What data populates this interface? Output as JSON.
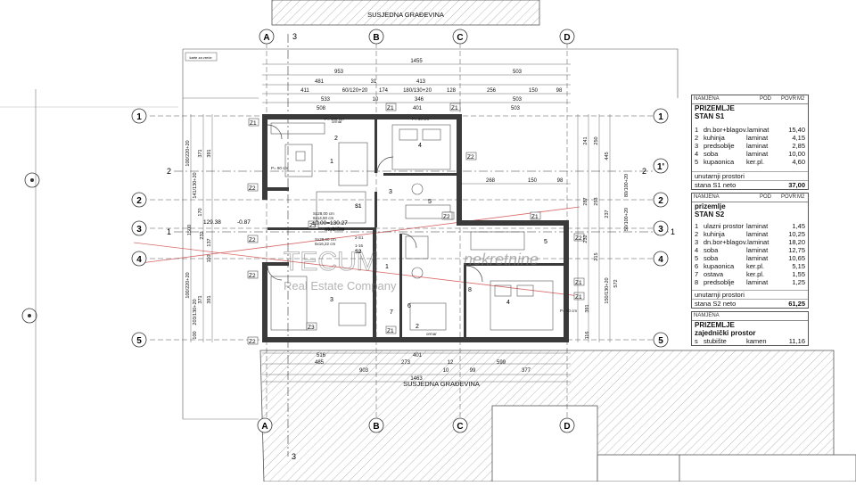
{
  "neighbors": {
    "top": "SUSJEDNA GRAĐEVINA",
    "bottom": "SUSJEDNA GRAĐEVINA"
  },
  "north_note": "karte za vreće",
  "axes": {
    "letters": [
      "A",
      "B",
      "C",
      "D"
    ],
    "numbers": [
      "1",
      "2",
      "3",
      "4",
      "5"
    ],
    "right_extra": [
      "1",
      "1'",
      "2",
      "3",
      "4",
      "5"
    ],
    "section_marks": [
      "3",
      "3",
      "2",
      "2",
      "1",
      "1"
    ]
  },
  "dims": {
    "top": [
      "1455",
      "953",
      "503",
      "481",
      "31",
      "413",
      "411",
      "60/120+20",
      "174",
      "180/130+20",
      "128",
      "256",
      "150",
      "98",
      "533",
      "10",
      "346",
      "503",
      "508",
      "401",
      "503"
    ],
    "bottom": [
      "516",
      "401",
      "485",
      "273",
      "12",
      "599",
      "903",
      "10",
      "99",
      "377",
      "1463"
    ],
    "left": [
      "100/220+20",
      "371",
      "391",
      "141/130+20",
      "170",
      "232",
      "1500",
      "100/220+20",
      "371",
      "391",
      "203/130+20",
      "137",
      "110",
      "100"
    ],
    "right": [
      "241",
      "250",
      "445",
      "80/100+20",
      "287",
      "253",
      "237",
      "50/100+20",
      "232",
      "215",
      "572",
      "150/130+20",
      "391",
      "116",
      "268",
      "150",
      "98"
    ],
    "levels": [
      "129.38",
      "-0.87",
      "±0.00=130.27",
      "stubište"
    ]
  },
  "plan": {
    "rooms": [
      "1",
      "2",
      "3",
      "4",
      "5",
      "3",
      "4",
      "5",
      "6",
      "7",
      "2",
      "1",
      "8"
    ],
    "win_tags": [
      "Z1",
      "Z1",
      "Z1",
      "Z2",
      "Z2",
      "Z2",
      "Z3",
      "Z4",
      "Z1",
      "Z2",
      "Z1",
      "Z1",
      "Z2",
      "Z3",
      "Z2",
      "Z1",
      "Z2"
    ],
    "labels": [
      "P= 100 cm",
      "P= 90 cm",
      "P= 90 cm",
      "P= 90 cm",
      "S1",
      "S2",
      "Sx28,00 cm",
      "6x14,50 cm",
      "Sx28,00 cm",
      "6x16,22 cm",
      "2-S1",
      "1-16",
      "ormar",
      "ormar"
    ]
  },
  "watermark": {
    "brand": "TECUM",
    "tagline": "nekretnine",
    "sub": "Real Estate Company"
  },
  "tables": [
    {
      "header": [
        "NAMJENA",
        "POD",
        "POVR",
        "M2"
      ],
      "title1": "PRIZEMLJE",
      "title2": "STAN S1",
      "rows": [
        {
          "n": "1",
          "name": "dn.bor+blagov.",
          "mat": "laminat",
          "area": "15,40"
        },
        {
          "n": "2",
          "name": "kuhinja",
          "mat": "laminat",
          "area": "4,15"
        },
        {
          "n": "3",
          "name": "predsoblje",
          "mat": "laminat",
          "area": "2,85"
        },
        {
          "n": "4",
          "name": "soba",
          "mat": "laminat",
          "area": "10,00"
        },
        {
          "n": "5",
          "name": "kupaonica",
          "mat": "ker.pl.",
          "area": "4,60"
        }
      ],
      "sum_label": "unutarnji prostori",
      "total_label": "stana S1 neto",
      "total": "37,00"
    },
    {
      "header": [
        "NAMJENA",
        "POD",
        "POVR",
        "M2"
      ],
      "title1": "prizemlje",
      "title2": "STAN S2",
      "rows": [
        {
          "n": "1",
          "name": "ulazni prostor",
          "mat": "laminat",
          "area": "1,45"
        },
        {
          "n": "2",
          "name": "kuhinja",
          "mat": "laminat",
          "area": "10,25"
        },
        {
          "n": "3",
          "name": "dn.bor+blagov.",
          "mat": "laminat",
          "area": "18,20"
        },
        {
          "n": "4",
          "name": "soba",
          "mat": "laminat",
          "area": "12,75"
        },
        {
          "n": "5",
          "name": "soba",
          "mat": "laminat",
          "area": "10,65"
        },
        {
          "n": "6",
          "name": "kupaonica",
          "mat": "ker.pl.",
          "area": "5,15"
        },
        {
          "n": "7",
          "name": "ostava",
          "mat": "ker.pl.",
          "area": "1,55"
        },
        {
          "n": "8",
          "name": "predsoblje",
          "mat": "laminat",
          "area": "1,25"
        }
      ],
      "sum_label": "unutarnji prostori",
      "total_label": "stana S2 neto",
      "total": "61,25"
    },
    {
      "header": [
        "NAMJENA"
      ],
      "title1": "PRIZEMLJE",
      "title2": "zajednički prostor",
      "rows": [
        {
          "n": "s",
          "name": "stubište",
          "mat": "kamen",
          "area": "11,16"
        }
      ]
    }
  ]
}
